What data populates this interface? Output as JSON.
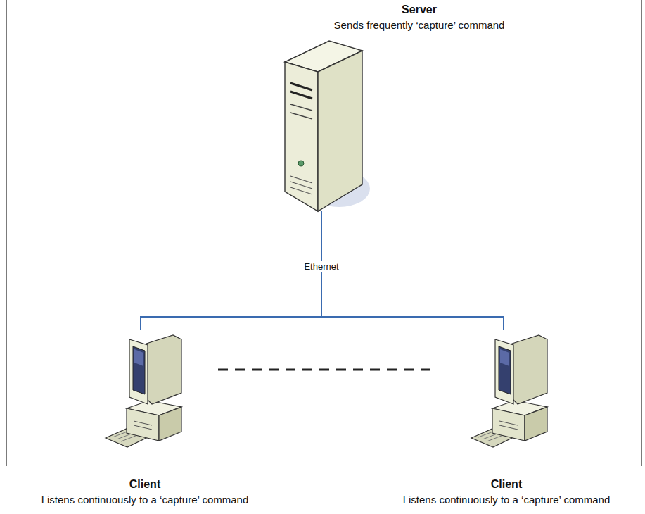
{
  "diagram": {
    "nodes": [
      {
        "text": [
          "Server",
          "Sends frequently ‘capture’ command"
        ]
      },
      {
        "text": [
          "Client",
          "Listens continuously to a ‘capture’ command"
        ]
      },
      {
        "text": [
          "Client",
          "Listens continuously to a ‘capture’ command"
        ]
      }
    ],
    "edges": [
      {
        "from": 0,
        "to": 1,
        "arrow": "none",
        "label": "Ethernet"
      },
      {
        "from": 0,
        "to": 2,
        "arrow": "none"
      }
    ]
  }
}
